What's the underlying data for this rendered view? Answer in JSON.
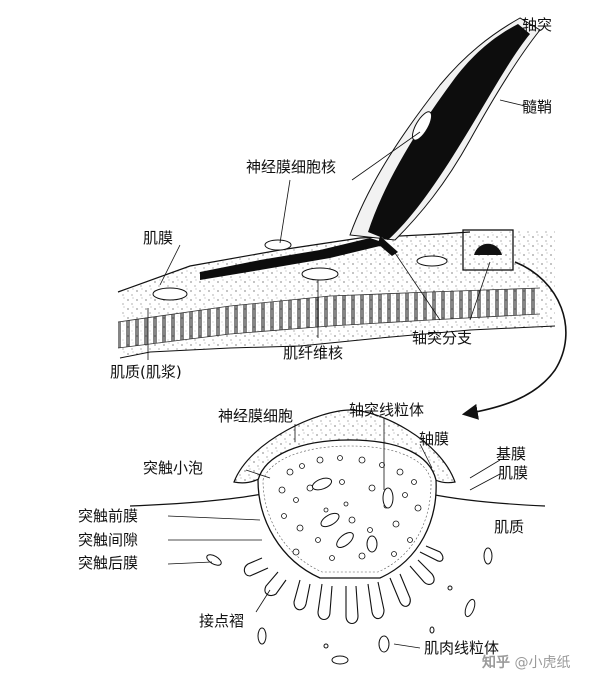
{
  "labels": {
    "axon": "轴突",
    "myelin": "髓鞘",
    "neurilemma_nucleus": "神经膜细胞核",
    "sarcolemma_top": "肌膜",
    "axon_branch": "轴突分支",
    "muscle_fiber_nucleus": "肌纤维核",
    "sarcoplasm": "肌质(肌浆)",
    "neurilemma_cell": "神经膜细胞",
    "axon_mitochondria": "轴突线粒体",
    "axolemma": "轴膜",
    "basement_membrane": "基膜",
    "sarcolemma_bottom": "肌膜",
    "synaptic_vesicle": "突触小泡",
    "presynaptic_membrane": "突触前膜",
    "synaptic_cleft": "突触间隙",
    "postsynaptic_membrane": "突触后膜",
    "sarcoplasm_bottom": "肌质",
    "junctional_folds": "接点褶",
    "muscle_mitochondria": "肌肉线粒体"
  },
  "watermark": {
    "logo": "知乎",
    "handle": "@小虎纸"
  }
}
